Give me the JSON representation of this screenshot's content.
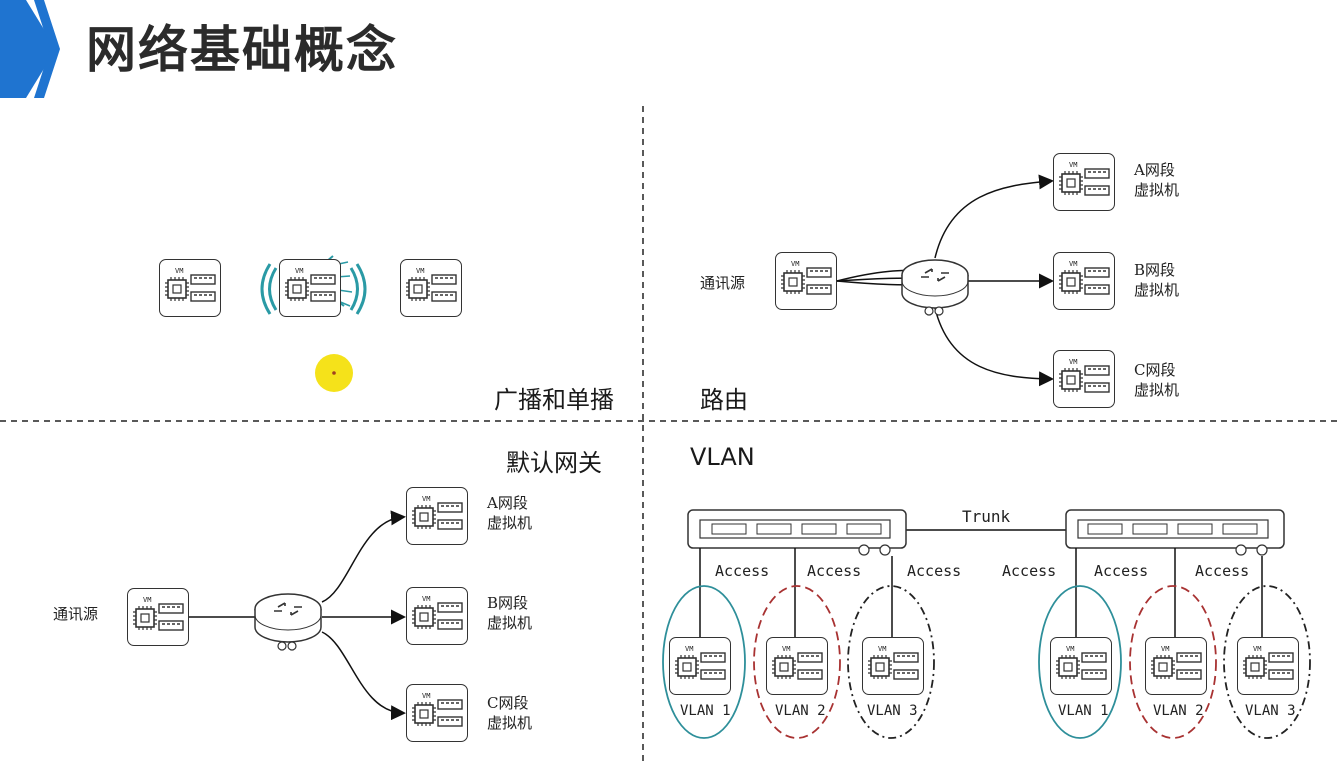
{
  "header": {
    "title": "网络基础概念",
    "accent_color": "#1f74d0"
  },
  "quadrants": {
    "broadcast": {
      "label": "广播和单播"
    },
    "routing": {
      "label": "路由",
      "source": "通讯源",
      "targets": [
        {
          "line1": "A网段",
          "line2": "虚拟机"
        },
        {
          "line1": "B网段",
          "line2": "虚拟机"
        },
        {
          "line1": "C网段",
          "line2": "虚拟机"
        }
      ]
    },
    "gateway": {
      "label": "默认网关",
      "source": "通讯源",
      "targets": [
        {
          "line1": "A网段",
          "line2": "虚拟机"
        },
        {
          "line1": "B网段",
          "line2": "虚拟机"
        },
        {
          "line1": "C网段",
          "line2": "虚拟机"
        }
      ]
    },
    "vlan": {
      "label": "VLAN",
      "trunk": "Trunk",
      "port_mode": "Access",
      "groups": [
        "VLAN 1",
        "VLAN 2",
        "VLAN 3"
      ],
      "vlan_colors": [
        "#2e8f9a",
        "#a83232",
        "#222222"
      ]
    }
  },
  "icons": {
    "vm": "vm-chip-icon",
    "vm_badge": "VM",
    "router": "router-icon",
    "switch": "switch-icon",
    "megaphone": "megaphone-icon",
    "cursor": "cursor-highlight-icon"
  },
  "colors": {
    "megaphone": "#2a9aa5",
    "cursor_highlight": "#f5e21a"
  }
}
